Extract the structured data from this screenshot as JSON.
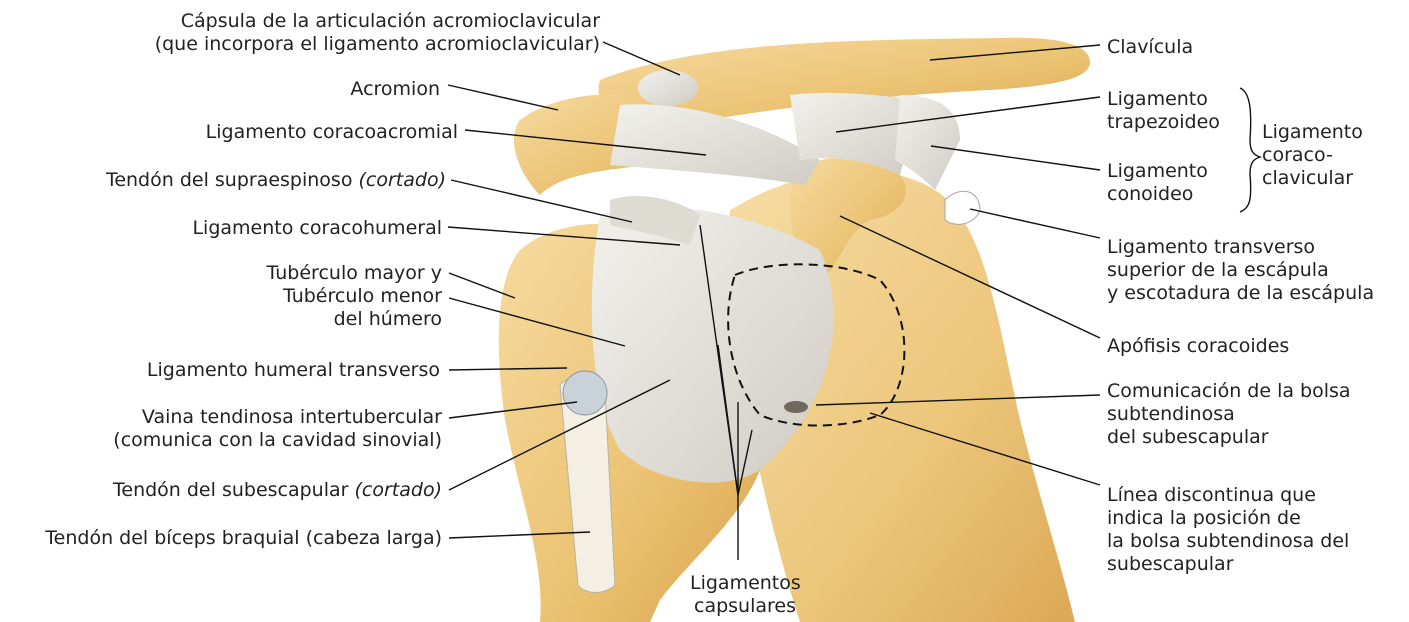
{
  "labels": {
    "capsula_line1": "Cápsula de la articulación acromioclavicular",
    "capsula_line2": "(que incorpora el ligamento acromioclavicular)",
    "acromion": "Acromion",
    "lig_coracoacromial": "Ligamento coracoacromial",
    "supraespinoso_a": "Tendón del supraespinoso ",
    "supraespinoso_b": "(cortado)",
    "lig_coracohumeral": "Ligamento coracohumeral",
    "tuberculo_line1": "Tubérculo mayor y",
    "tuberculo_line2": "Tubérculo menor",
    "tuberculo_line3": "del húmero",
    "humeral_transverso": "Ligamento humeral transverso",
    "vaina_line1": "Vaina tendinosa intertubercular",
    "vaina_line2": "(comunica con la cavidad sinovial)",
    "subescapular_a": "Tendón del subescapular ",
    "subescapular_b": "(cortado)",
    "biceps": "Tendón del bíceps braquial (cabeza larga)",
    "capsulares_line1": "Ligamentos",
    "capsulares_line2": "capsulares",
    "clavicula": "Clavícula",
    "trapezoideo_line1": "Ligamento",
    "trapezoideo_line2": "trapezoideo",
    "conoideo_line1": "Ligamento",
    "conoideo_line2": "conoideo",
    "coracoclavicular_line1": "Ligamento",
    "coracoclavicular_line2": "coraco-",
    "coracoclavicular_line3": "clavicular",
    "transverso_line1": "Ligamento transverso",
    "transverso_line2": "superior de la escápula",
    "transverso_line3": "y escotadura de la escápula",
    "coracoides": "Apófisis coracoides",
    "comunicacion_line1": "Comunicación de la bolsa",
    "comunicacion_line2": "subtendinosa",
    "comunicacion_line3": "del subescapular",
    "linea_line1": "Línea discontinua que",
    "linea_line2": "indica la posición de",
    "linea_line3": "la bolsa subtendinosa del",
    "linea_line4": "subescapular"
  },
  "colors": {
    "bone": "#f0cf8a",
    "bone_dark": "#d9a44e",
    "ligament": "#ece9e2",
    "ligament_shade": "#c9c6bf",
    "leader": "#111111"
  }
}
